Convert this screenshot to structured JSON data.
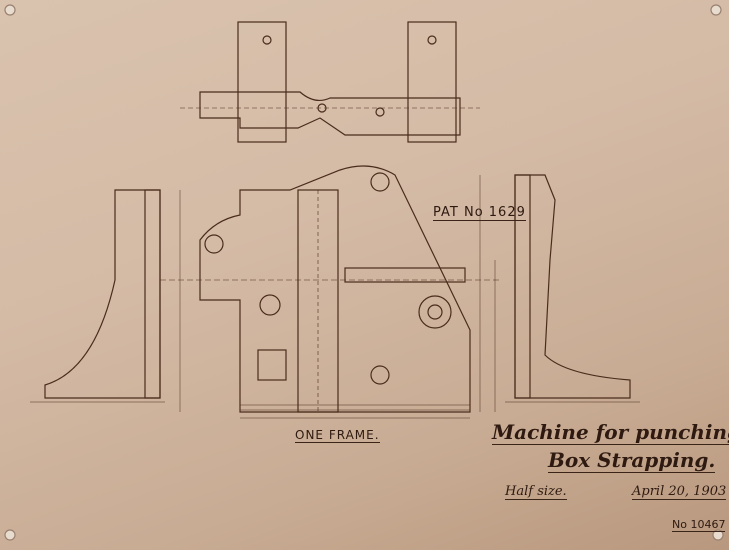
{
  "drawing": {
    "patent_label": "PAT No 1629",
    "view_label": "ONE FRAME.",
    "title_line1": "Machine for punching",
    "title_line2": "Box Strapping.",
    "scale": "Half size.",
    "date": "April 20, 1903",
    "number": "No 10467"
  },
  "colors": {
    "paper": "#d4bba6",
    "ink": "#3a2418"
  }
}
